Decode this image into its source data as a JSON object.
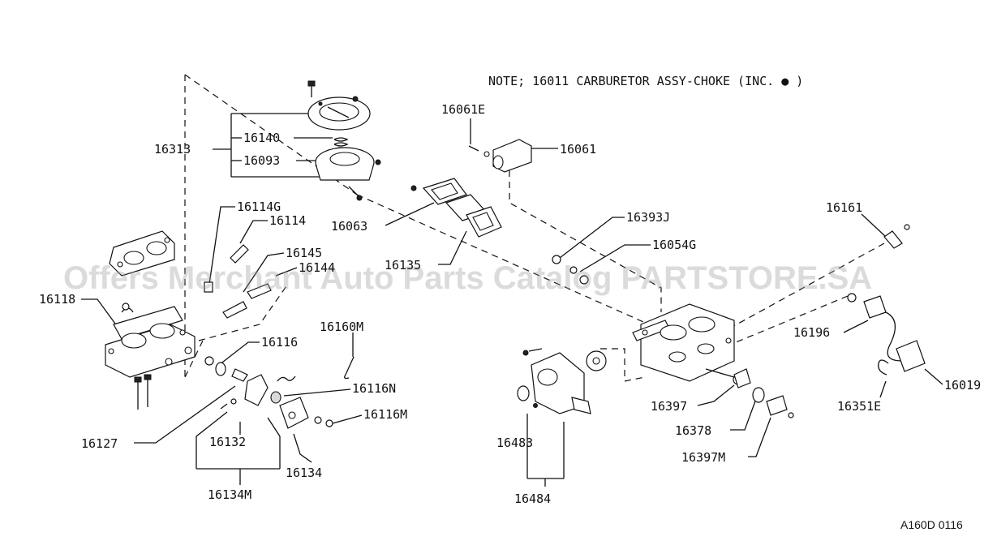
{
  "note": "NOTE; 16011  CARBURETOR ASSY-CHOKE (INC. ● )",
  "watermark": "Offers Merchant Auto Parts Catalog PARTSTORE.SA",
  "diagram_code": "A160D 0116",
  "labels": {
    "p16313": "16313",
    "p16140": "16140",
    "p16093": "16093",
    "p16061E": "16061E",
    "p16061": "16061",
    "p16063": "16063",
    "p16114G": "16114G",
    "p16114": "16114",
    "p16145": "16145",
    "p16144": "16144",
    "p16135": "16135",
    "p16393J": "16393J",
    "p16054G": "16054G",
    "p16161": "16161",
    "p16118": "16118",
    "p16116": "16116",
    "p16160M": "16160M",
    "p16116N": "16116N",
    "p16116M": "16116M",
    "p16196": "16196",
    "p16019": "16019",
    "p16127": "16127",
    "p16132": "16132",
    "p16134": "16134",
    "p16134M": "16134M",
    "p16483": "16483",
    "p16484": "16484",
    "p16397": "16397",
    "p16378": "16378",
    "p16397M": "16397M",
    "p16351E": "16351E"
  },
  "colors": {
    "ink": "#111111",
    "background": "#ffffff",
    "watermark": "#9a9a9a"
  }
}
